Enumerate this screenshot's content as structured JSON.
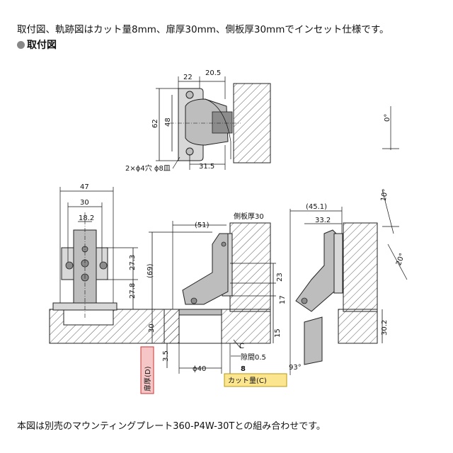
{
  "caption_top": "取付図、軌跡図はカット量8mm、扉厚30mm、側板厚30mmでインセット仕様です。",
  "section_title": "取付図",
  "caption_bottom": "本図は別売のマウンティングプレート360-P4W-30Tとの組み合わせです。",
  "top_view": {
    "dim_22": "22",
    "dim_20_5": "20.5",
    "dim_62": "62",
    "dim_48": "48",
    "dim_31_5": "31.5",
    "hole_note": "2×ϕ4穴 ϕ8皿"
  },
  "front_view": {
    "dim_47": "47",
    "dim_30": "30",
    "dim_18_2": "18.2",
    "dim_27_3": "27.3",
    "dim_27_8": "27.8"
  },
  "side_view": {
    "dim_51": "(51)",
    "side_panel": "側板厚30",
    "dim_69": "(69)",
    "dim_23": "23",
    "dim_17": "17",
    "dim_30": "30",
    "dim_15": "15",
    "dim_3_5": "3.5",
    "dim_phi40": "ϕ40",
    "dim_8": "8",
    "label_c_small": "C",
    "clearance": "隙間0.5",
    "door_thickness": "扉厚(D)",
    "cut_amount": "カット量(C)"
  },
  "trajectory": {
    "angle_0": "0°",
    "angle_10": "10°",
    "angle_20": "20°",
    "angle_93": "93°",
    "dim_45_1": "(45.1)",
    "dim_33_2": "33.2",
    "dim_30_2": "30.2"
  }
}
